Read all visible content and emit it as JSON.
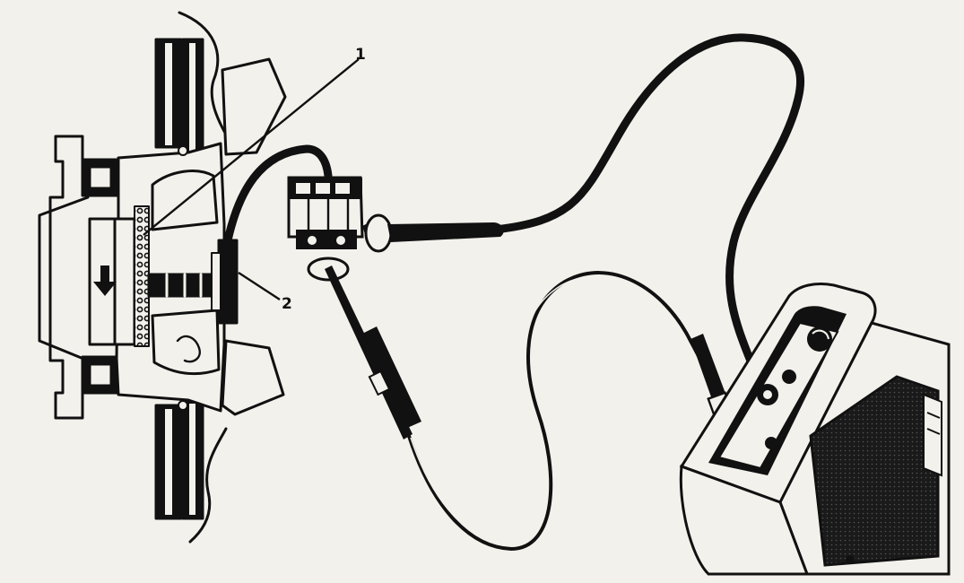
{
  "callouts": [
    {
      "id": "1",
      "label": "1"
    },
    {
      "id": "2",
      "label": "2"
    }
  ],
  "colors": {
    "paper": "#f3f1ec",
    "ink": "#111111",
    "inkSoft": "#2a2a2a"
  },
  "icons": {
    "flow_arrow": "down-arrow-icon",
    "probe_ring": "ring-icon"
  }
}
